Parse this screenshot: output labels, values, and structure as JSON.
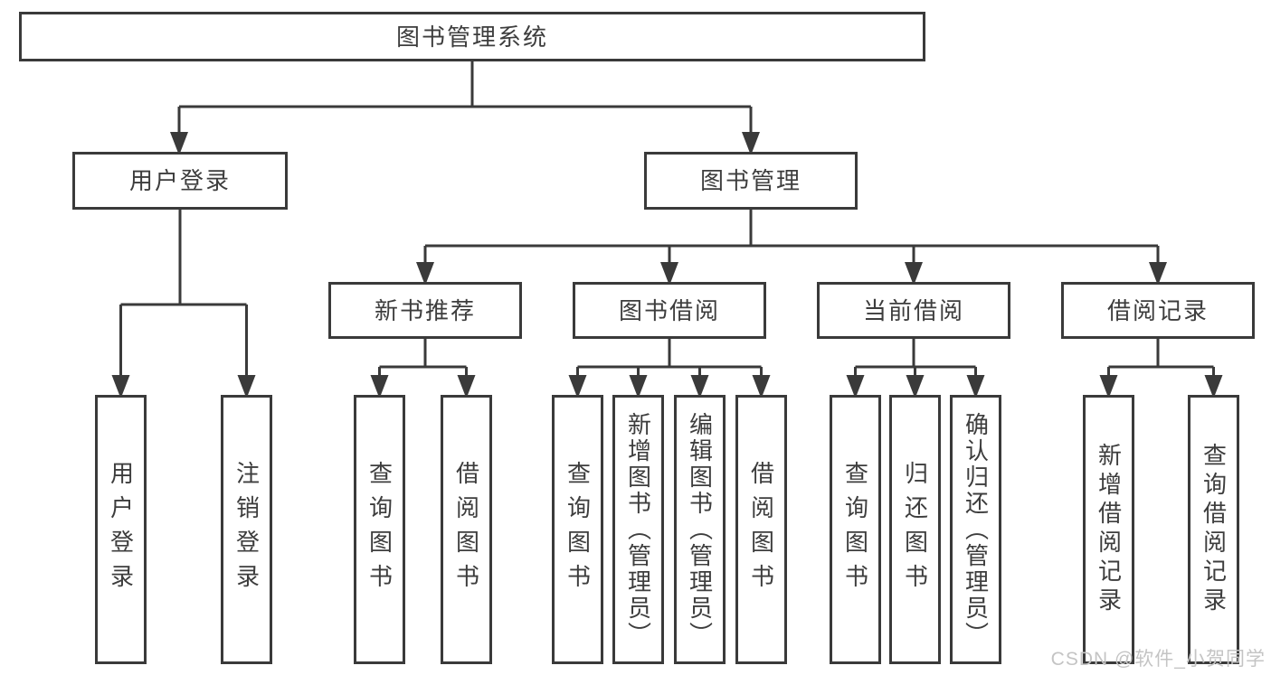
{
  "diagram": {
    "root": "图书管理系统",
    "level2": [
      "用户登录",
      "图书管理"
    ],
    "level3": [
      "新书推荐",
      "图书借阅",
      "当前借阅",
      "借阅记录"
    ],
    "leaves_user": [
      "用户登录",
      "注销登录"
    ],
    "leaves_recommend": [
      "查询图书",
      "借阅图书"
    ],
    "leaves_borrow": [
      "查询图书",
      "新增图书（管理员）",
      "编辑图书（管理员）",
      "借阅图书"
    ],
    "leaves_current": [
      "查询图书",
      "归还图书",
      "确认归还（管理员）"
    ],
    "leaves_records": [
      "新增借阅记录",
      "查询借阅记录"
    ]
  },
  "watermark": "CSDN @软件_小贺同学",
  "colors": {
    "line": "#3a3a3a",
    "text": "#3d3d3d",
    "background": "#ffffff",
    "watermark": "#c4c4c4"
  }
}
